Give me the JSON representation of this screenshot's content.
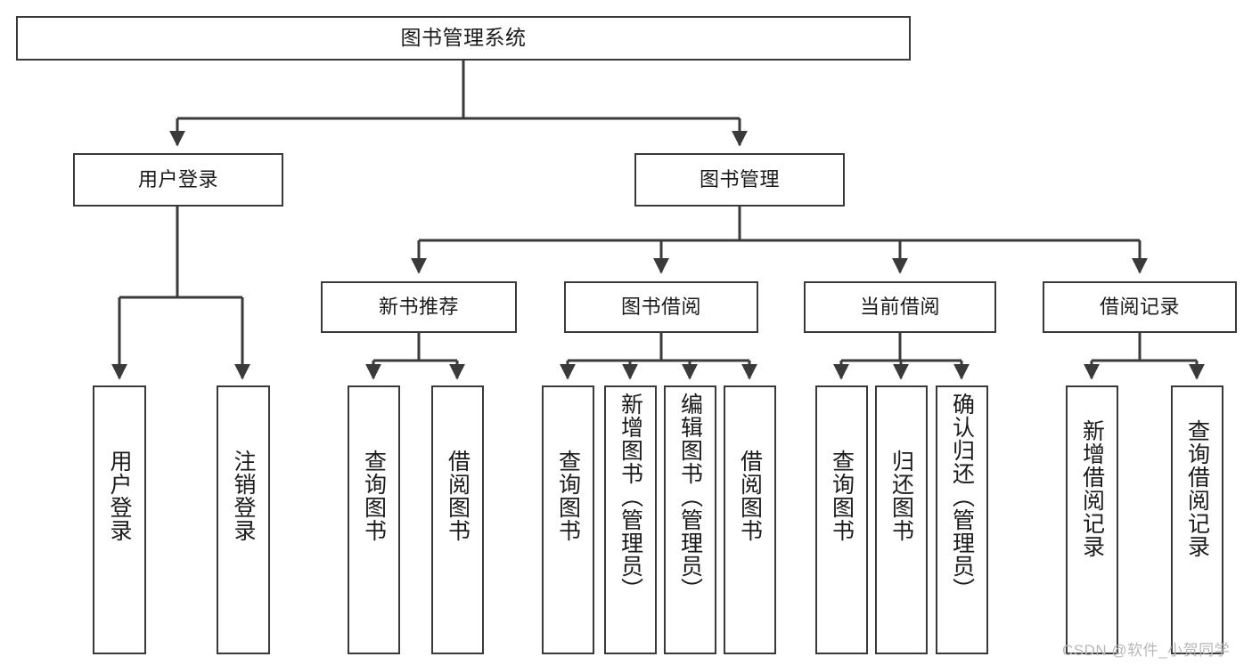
{
  "diagram": {
    "title": "图书管理系统",
    "type": "hierarchy-tree",
    "nodes": {
      "root": {
        "label": "图书管理系统"
      },
      "level2": [
        {
          "id": "user-login",
          "label": "用户登录"
        },
        {
          "id": "book-manage",
          "label": "图书管理"
        }
      ],
      "level3": [
        {
          "id": "new-book-recommend",
          "label": "新书推荐"
        },
        {
          "id": "book-borrow",
          "label": "图书借阅"
        },
        {
          "id": "current-borrow",
          "label": "当前借阅"
        },
        {
          "id": "borrow-record",
          "label": "借阅记录"
        }
      ],
      "leaves": [
        {
          "id": "leaf-user-login",
          "label": "用户登录",
          "parent": "user-login"
        },
        {
          "id": "leaf-logout-login",
          "label": "注销登录",
          "parent": "user-login"
        },
        {
          "id": "leaf-query-book-1",
          "label": "查询图书",
          "parent": "new-book-recommend"
        },
        {
          "id": "leaf-borrow-book-1",
          "label": "借阅图书",
          "parent": "new-book-recommend"
        },
        {
          "id": "leaf-query-book-2",
          "label": "查询图书",
          "parent": "book-borrow"
        },
        {
          "id": "leaf-add-book",
          "label": "新增图书（管理员）",
          "parent": "book-borrow"
        },
        {
          "id": "leaf-edit-book",
          "label": "编辑图书（管理员）",
          "parent": "book-borrow"
        },
        {
          "id": "leaf-borrow-book-2",
          "label": "借阅图书",
          "parent": "book-borrow"
        },
        {
          "id": "leaf-query-book-3",
          "label": "查询图书",
          "parent": "current-borrow"
        },
        {
          "id": "leaf-return-book",
          "label": "归还图书",
          "parent": "current-borrow"
        },
        {
          "id": "leaf-confirm-return",
          "label": "确认归还（管理员）",
          "parent": "current-borrow"
        },
        {
          "id": "leaf-add-record",
          "label": "新增借阅记录",
          "parent": "borrow-record"
        },
        {
          "id": "leaf-query-record",
          "label": "查询借阅记录",
          "parent": "borrow-record"
        }
      ]
    },
    "colors": {
      "border": "#3a3a3a",
      "edge": "#3a3a3a",
      "background": "#ffffff",
      "text": "#1a1a1a",
      "watermark": "#b8b8b8"
    }
  },
  "watermark": {
    "text": "CSDN @软件_小贺同学"
  }
}
